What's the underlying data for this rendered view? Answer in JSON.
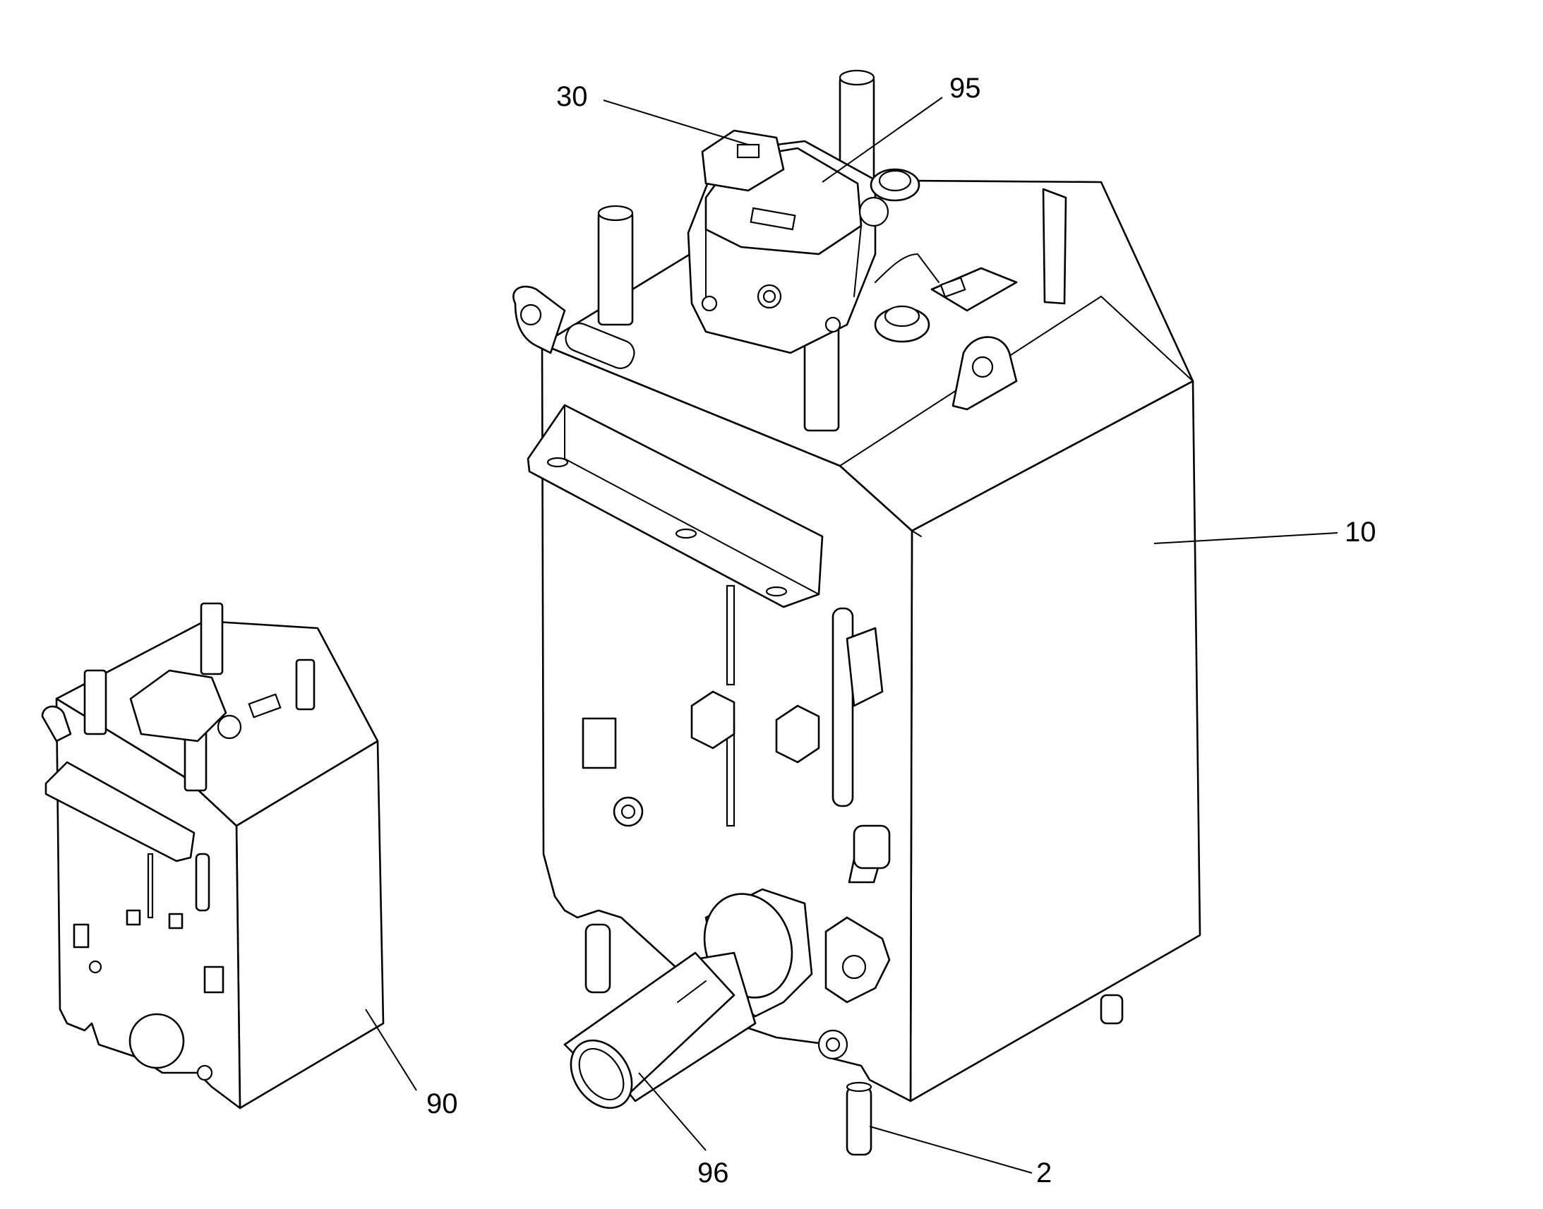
{
  "diagram": {
    "callouts": [
      {
        "id": "c30",
        "label": "30"
      },
      {
        "id": "c95",
        "label": "95"
      },
      {
        "id": "c10",
        "label": "10"
      },
      {
        "id": "c90",
        "label": "90"
      },
      {
        "id": "c96",
        "label": "96"
      },
      {
        "id": "c2",
        "label": "2"
      }
    ],
    "colors": {
      "line": "#000000",
      "background": "#ffffff"
    }
  }
}
